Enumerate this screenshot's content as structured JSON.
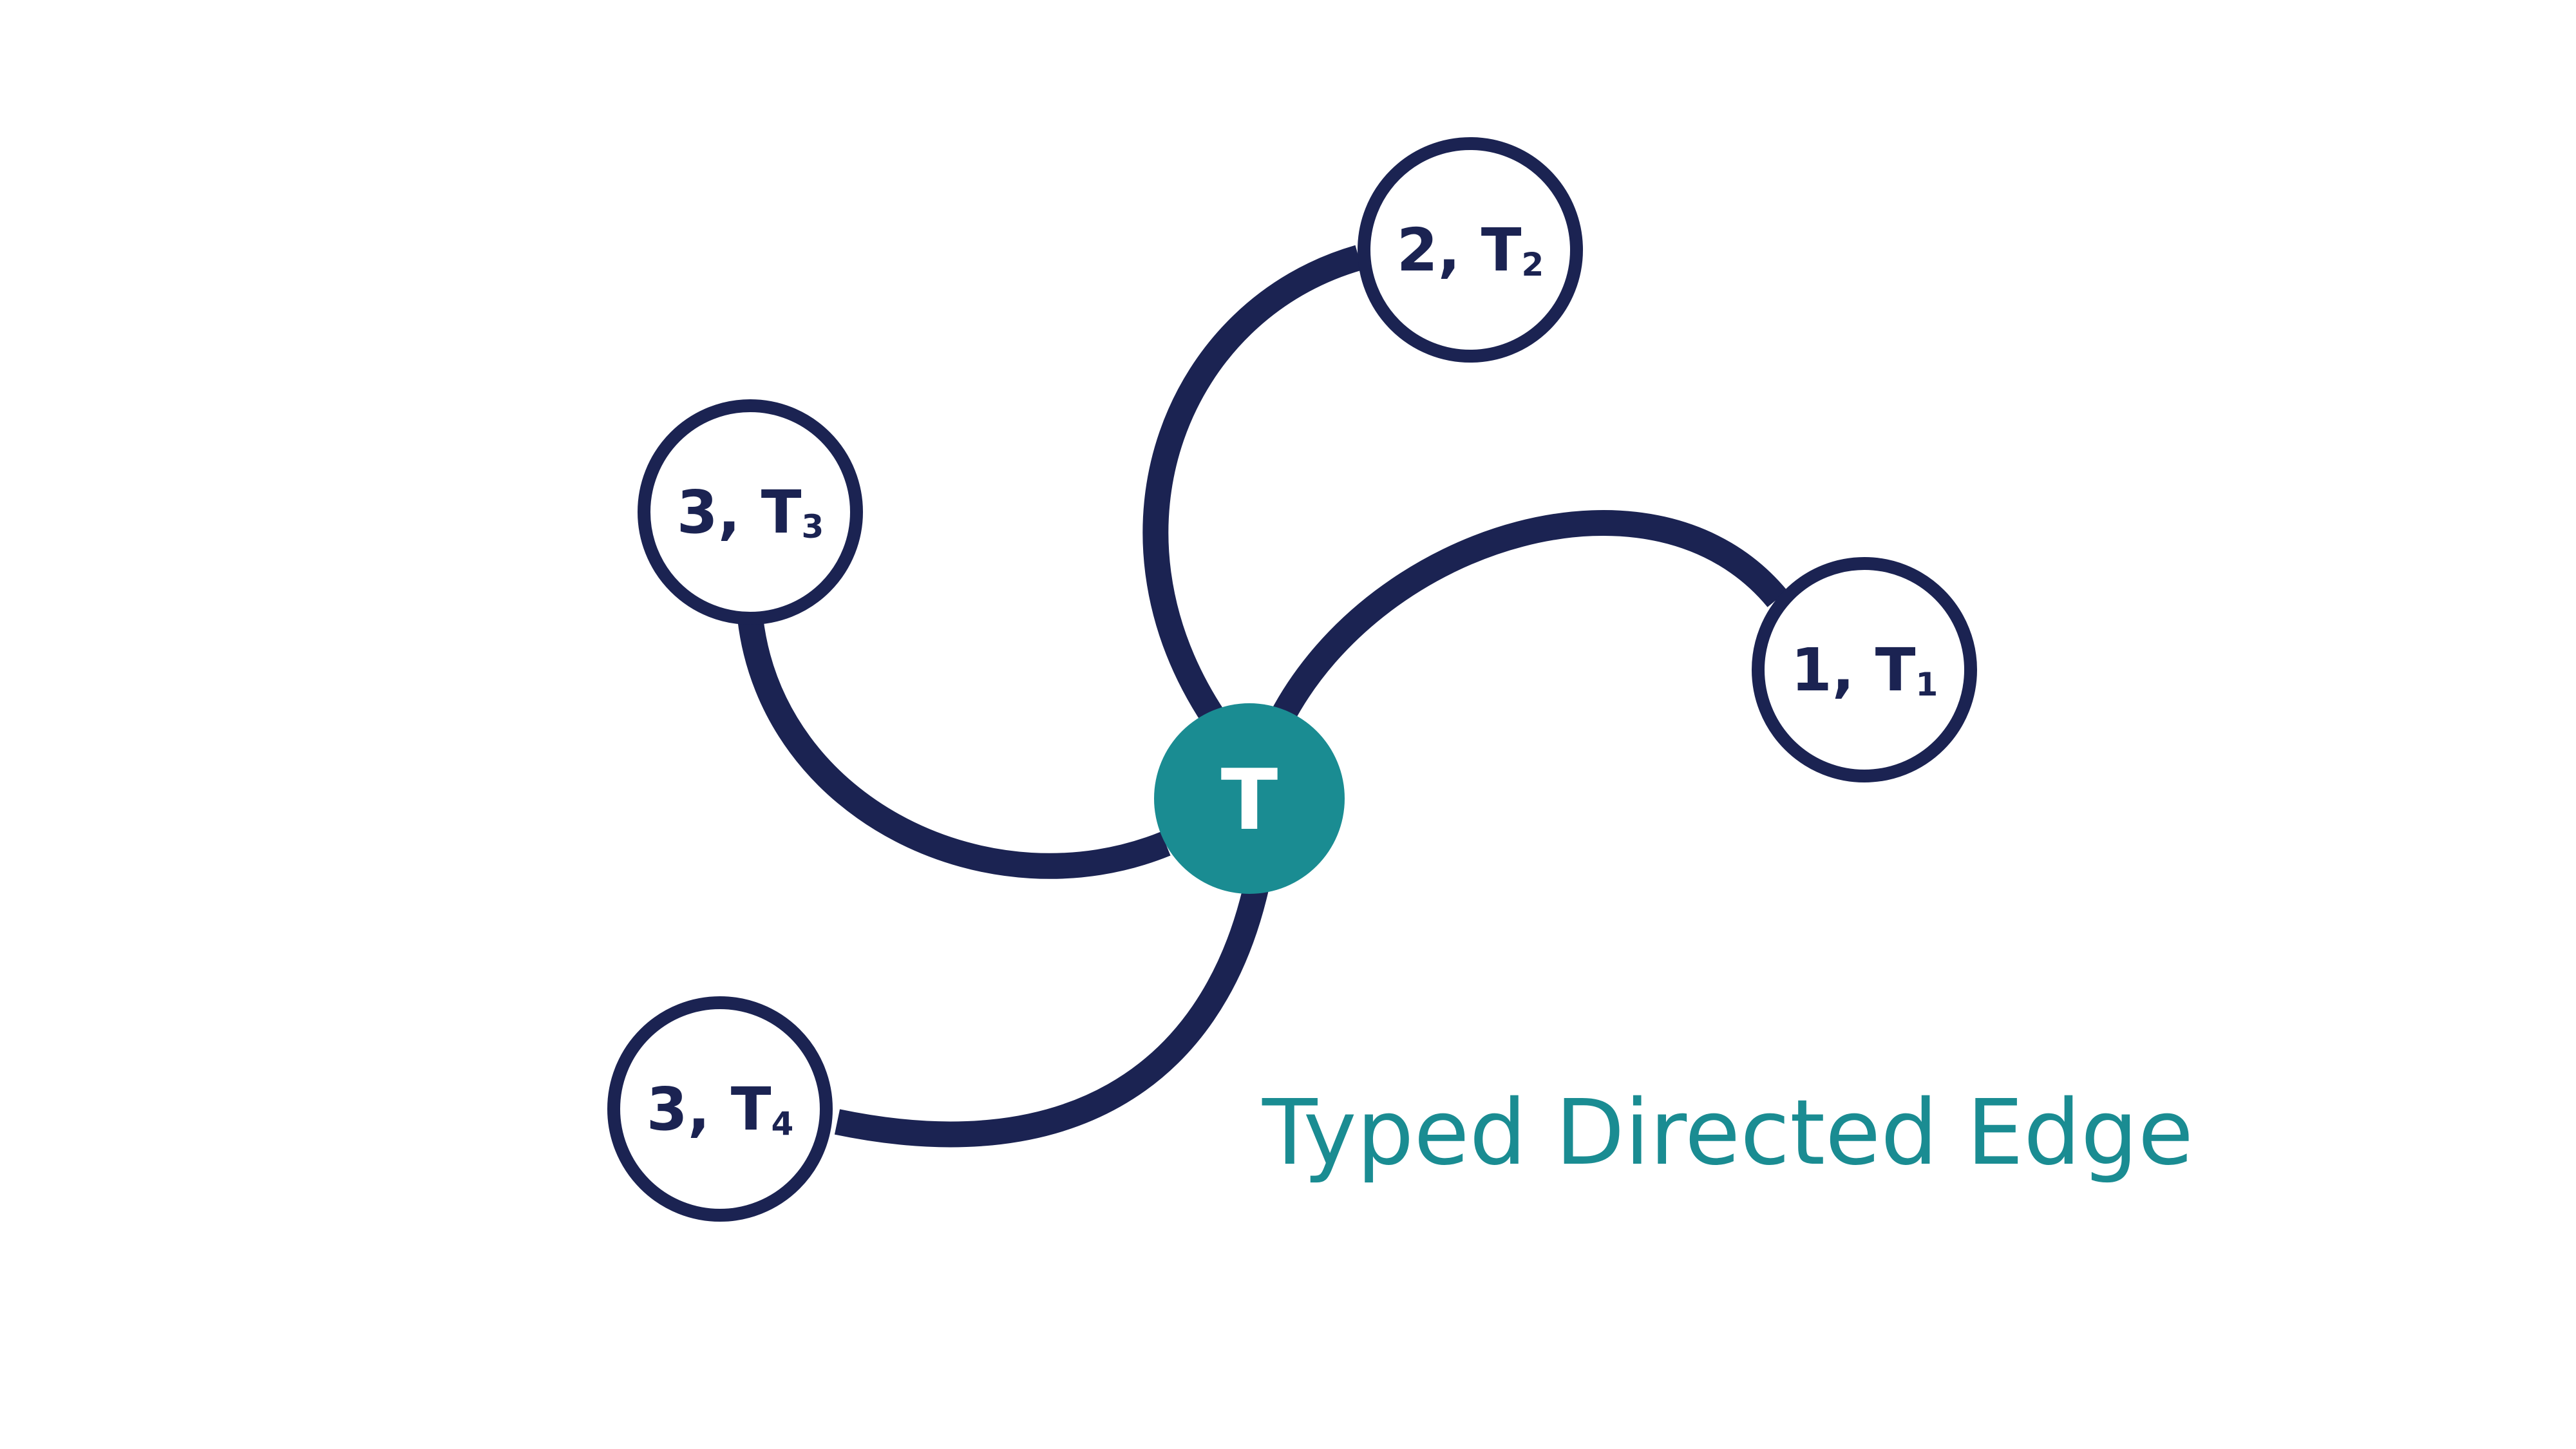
{
  "caption": "Typed Directed Edge",
  "colors": {
    "node_stroke": "#1b2352",
    "edge": "#1b2352",
    "center_fill": "#1a8c92",
    "caption": "#1a8c92",
    "background": "#ffffff"
  },
  "center": {
    "label": "T"
  },
  "nodes": [
    {
      "id": "n1",
      "count": "1",
      "type_base": "T",
      "type_sub": "1"
    },
    {
      "id": "n2",
      "count": "2",
      "type_base": "T",
      "type_sub": "2"
    },
    {
      "id": "n3",
      "count": "3",
      "type_base": "T",
      "type_sub": "3"
    },
    {
      "id": "n4",
      "count": "3",
      "type_base": "T",
      "type_sub": "4"
    }
  ],
  "edges": [
    {
      "from": "center",
      "to": "n1"
    },
    {
      "from": "center",
      "to": "n2"
    },
    {
      "from": "center",
      "to": "n3"
    },
    {
      "from": "center",
      "to": "n4"
    }
  ]
}
